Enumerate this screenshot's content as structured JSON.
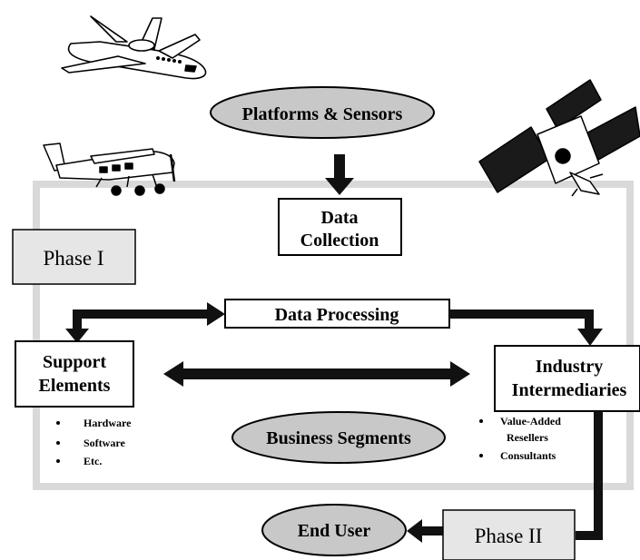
{
  "platforms_label": "Platforms & Sensors",
  "data_collection": [
    "Data",
    "Collection"
  ],
  "phase_one": "Phase I",
  "data_processing": "Data Processing",
  "support_elements": [
    "Support",
    "Elements"
  ],
  "support_items": [
    "Hardware",
    "Software",
    "Etc."
  ],
  "industry_intermediaries": [
    "Industry",
    "Intermediaries"
  ],
  "industry_items": [
    "Value-Added",
    "Resellers",
    "Consultants"
  ],
  "business_segments": "Business Segments",
  "end_user": "End User",
  "phase_two": "Phase II",
  "icons": [
    "jet-aircraft-icon",
    "propeller-aircraft-icon",
    "satellite-icon"
  ],
  "colors": {
    "ellipse_fill": "#c8c8c8",
    "phase_fill": "#e6e6e6",
    "frame": "#d9d9d9",
    "arrow": "#111111"
  }
}
